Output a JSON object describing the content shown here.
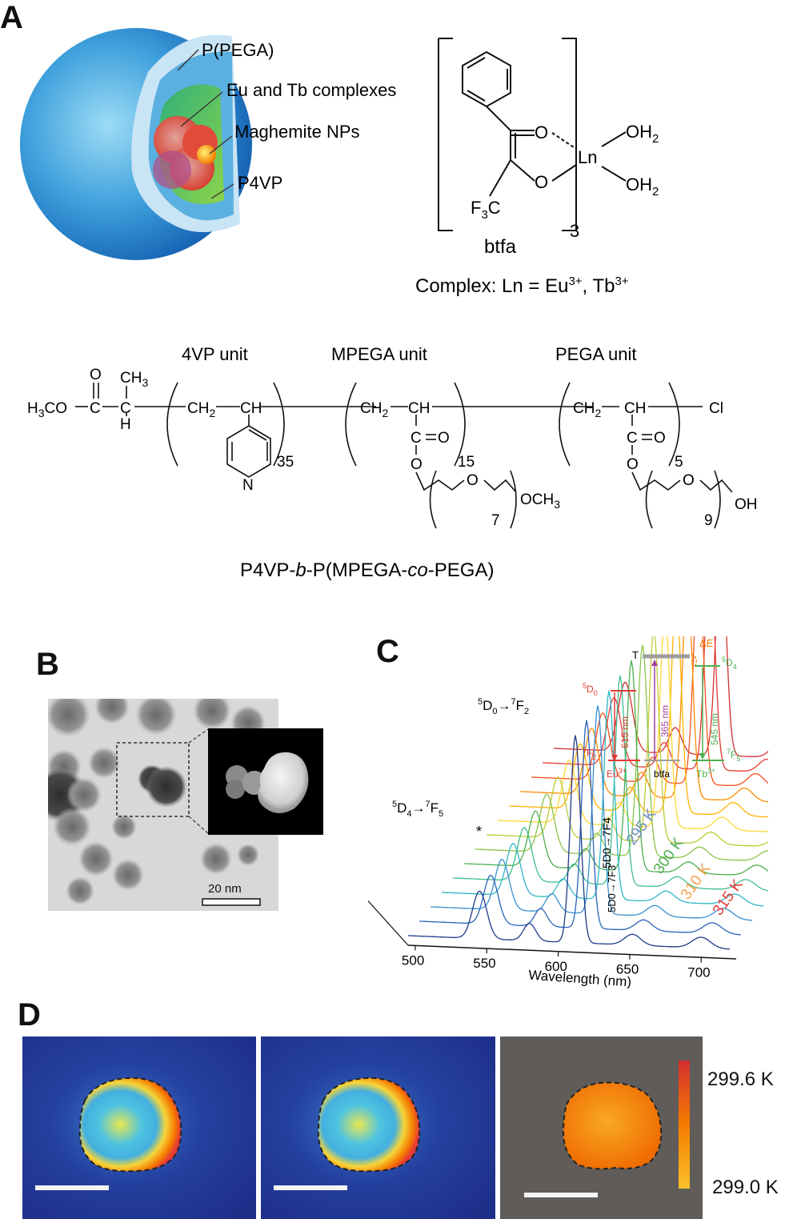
{
  "panels": {
    "a": "A",
    "b": "B",
    "c": "C",
    "d": "D"
  },
  "panel_a": {
    "nanoparticle_labels": [
      "P(PEGA)",
      "Eu and Tb complexes",
      "Maghemite NPs",
      "P4VP"
    ],
    "complex": {
      "o1": "O",
      "o2": "O",
      "ln": "Ln",
      "oh2_1": "OH",
      "oh2_2": "OH",
      "sub2": "2",
      "f3c": "F",
      "f3c_sub": "3",
      "f3c_c": "C",
      "bracket_sub": "3",
      "ligand_name": "btfa",
      "caption_prefix": "Complex: Ln = Eu",
      "caption_sup1": "3+",
      "caption_mid": ", Tb",
      "caption_sup2": "3+"
    },
    "polymer": {
      "units": [
        "4VP unit",
        "MPEGA unit",
        "PEGA unit"
      ],
      "h3co": "H",
      "h3co_sub": "3",
      "h3co_rest": "CO",
      "o_top": "O",
      "ch3_top": "CH",
      "ch3_sub": "3",
      "c_label": "C",
      "h_label": "H",
      "ch2": "CH",
      "ch2_sub": "2",
      "ch": "CH",
      "n_label": "N",
      "co_label": "C",
      "o_dbl": "O",
      "o_single": "O",
      "och3": "OCH",
      "och3_sub": "3",
      "oh": "OH",
      "cl": "Cl",
      "sub35": "35",
      "sub15": "15",
      "sub5": "5",
      "sub7": "7",
      "sub9": "9",
      "name_p1": "P4VP-",
      "name_b": "b",
      "name_p2": "-P(MPEGA-",
      "name_co": "co",
      "name_p3": "-PEGA)"
    }
  },
  "panel_b": {
    "scale_bar": "20 nm"
  },
  "panel_c": {
    "xlabel": "Wavelength (nm)",
    "x_ticks": [
      "500",
      "550",
      "600",
      "650",
      "700"
    ],
    "peak_labels": {
      "d4_pre": "5",
      "d4_main": "D",
      "d4_sub": "4",
      "d4_arrow": "→",
      "d4_sup": "7",
      "d4_f": "F",
      "d4_fsub": "5",
      "d0f2_pre": "5",
      "d0f2_main": "D",
      "d0f2_sub": "0",
      "d0f2_arrow": "→",
      "d0f2_sup": "7",
      "d0f2_f": "F",
      "d0f2_fsub": "2",
      "d0f4": "5D0→7F4",
      "d0f3": "5D0→7F3",
      "asterisk": "*"
    },
    "temperatures": [
      "295 K",
      "300 K",
      "310 K",
      "315 K"
    ],
    "temperature_colors": [
      "#6f8fbf",
      "#4caf50",
      "#f5a24a",
      "#e53935"
    ],
    "inset": {
      "t_label": "T",
      "delta_e": "ΔE",
      "d4_sup": "5",
      "d4": "D",
      "d4_sub": "4",
      "d0_sup": "5",
      "d0": "D",
      "d0_sub": "0",
      "f2_sup": "7",
      "f2": "F",
      "f2_sub": "2",
      "f5_sup": "7",
      "f5": "F",
      "f5_sub": "5",
      "nm615": "615 nm",
      "nm365": "365 nm",
      "nm545": "545 nm",
      "eu": "Eu",
      "eu_sup": "3+",
      "btfa": "btfa",
      "tb": "Tb",
      "tb_sup": "3+"
    }
  },
  "panel_d": {
    "colorbar_max": "299.6 K",
    "colorbar_min": "299.0 K"
  },
  "chart_data": {
    "type": "line",
    "xlabel": "Wavelength (nm)",
    "xlim": [
      495,
      720
    ],
    "x_ticks": [
      500,
      550,
      600,
      650,
      700
    ],
    "series": [
      {
        "name": "295 K",
        "peaks": [
          {
            "x": 545,
            "y": 0.32
          },
          {
            "x": 580,
            "y": 0.12
          },
          {
            "x": 612,
            "y": 1.0
          },
          {
            "x": 652,
            "y": 0.06
          },
          {
            "x": 700,
            "y": 0.05
          }
        ]
      },
      {
        "name": "300 K",
        "peaks": [
          {
            "x": 545,
            "y": 0.3
          },
          {
            "x": 580,
            "y": 0.11
          },
          {
            "x": 612,
            "y": 0.99
          },
          {
            "x": 652,
            "y": 0.06
          },
          {
            "x": 700,
            "y": 0.05
          }
        ]
      },
      {
        "name": "310 K",
        "peaks": [
          {
            "x": 545,
            "y": 0.25
          },
          {
            "x": 580,
            "y": 0.09
          },
          {
            "x": 612,
            "y": 0.97
          },
          {
            "x": 652,
            "y": 0.05
          },
          {
            "x": 700,
            "y": 0.05
          }
        ]
      },
      {
        "name": "315 K",
        "peaks": [
          {
            "x": 545,
            "y": 0.22
          },
          {
            "x": 580,
            "y": 0.08
          },
          {
            "x": 612,
            "y": 0.96
          },
          {
            "x": 652,
            "y": 0.05
          },
          {
            "x": 700,
            "y": 0.05
          }
        ]
      }
    ]
  }
}
